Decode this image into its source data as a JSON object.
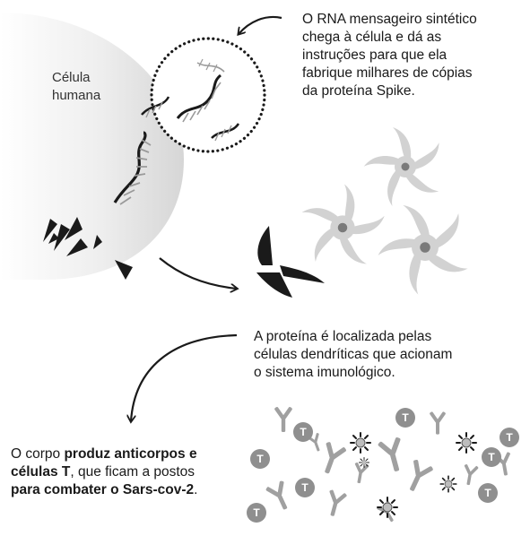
{
  "cell_label": {
    "line1": "Célula",
    "line2": "humana"
  },
  "step1": {
    "lines": [
      "O RNA mensageiro sintético",
      "chega à célula e dá as",
      "instruções para que ela",
      "fabrique milhares de cópias",
      "da proteína Spike."
    ]
  },
  "step2": {
    "lines": [
      "A proteína é localizada pelas",
      "células dendríticas que acionam",
      "o sistema imunológico."
    ]
  },
  "step3": {
    "l1_plain": "O corpo ",
    "l1_bold": "produz anticorpos e",
    "l2_bold": "células T",
    "l2_plain": ", que ficam a postos",
    "l3_bold": "para combater o Sars-cov-2",
    "l3_plain": "."
  },
  "t_cell_label": "T",
  "colors": {
    "cell_fill": "#e4e4e4",
    "dark": "#1a1a1a",
    "dendritic_arm": "#d2d2d2",
    "dendritic_core": "#7a7a7a",
    "t_cell_fill": "#8f8f8f",
    "antibody": "#a0a0a0"
  },
  "icons": [
    "arrow-curved-icon",
    "mrna-strand-icon",
    "spike-protein-icon",
    "dendritic-cell-icon",
    "t-cell-icon",
    "antibody-icon",
    "virus-icon"
  ]
}
